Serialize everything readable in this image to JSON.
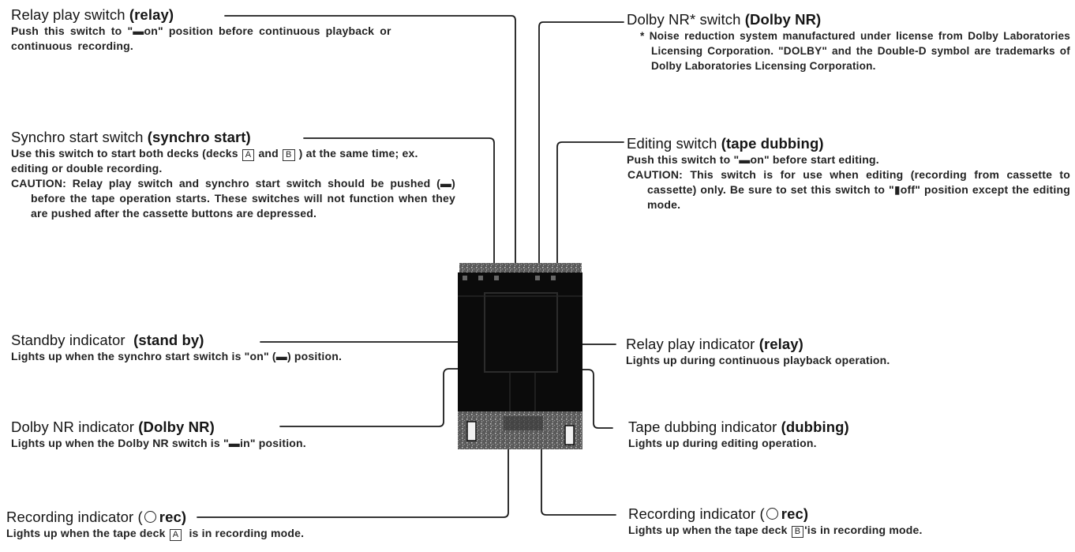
{
  "relay_switch": {
    "title": "Relay play switch",
    "tag": "(relay)",
    "desc": "Push this switch to \"▬on\" position before continuous playback or continuous recording."
  },
  "synchro_switch": {
    "title": "Synchro start switch",
    "tag": "(synchro start)",
    "desc_a": "Use this switch to start both decks (decks",
    "desc_b": "and",
    "desc_c": ") at the same time; ex. editing or double recording.",
    "caution": "CAUTION: Relay play switch and synchro start switch should be pushed (▬) before the tape operation starts. These switches will not function when they are pushed after the cassette buttons are depressed."
  },
  "standby_indicator": {
    "title": "Standby indicator",
    "tag": "(stand by)",
    "desc": "Lights up when the synchro start switch is \"on\" (▬) position."
  },
  "dolby_indicator": {
    "title": "Dolby NR indicator",
    "tag": "(Dolby NR)",
    "desc": "Lights up when the Dolby NR switch is \"▬in\" position."
  },
  "rec_indicator_a": {
    "title": "Recording indicator (",
    "tag": "rec)",
    "desc_a": "Lights up when the tape deck",
    "desc_b": "is in recording mode."
  },
  "dolby_switch": {
    "title": "Dolby NR* switch",
    "tag": "(Dolby NR)",
    "note": "* Noise reduction system manufactured under license from Dolby Laboratories Licensing Corporation. \"DOLBY\" and the Double-D symbol are trademarks of Dolby Laboratories Licensing Corporation."
  },
  "editing_switch": {
    "title": "Editing switch",
    "tag": "(tape dubbing)",
    "desc": "Push this switch to \"▬on\" before start editing.",
    "caution": "CAUTION: This switch is for use when editing (recording from cassette to cassette) only. Be sure to set this switch to \"▮off\" position except the editing mode."
  },
  "relay_indicator": {
    "title": "Relay play indicator",
    "tag": "(relay)",
    "desc": "Lights up during continuous playback operation."
  },
  "dubbing_indicator": {
    "title": "Tape dubbing indicator",
    "tag": "(dubbing)",
    "desc": "Lights up during editing operation."
  },
  "rec_indicator_b": {
    "title": "Recording indicator (",
    "tag": "rec)",
    "desc_a": "Lights up when the tape deck",
    "desc_b": "'is in recording mode."
  },
  "deck_a": "A",
  "deck_b": "B",
  "colors": {
    "ink": "#151515",
    "panel": "#0b0b0b",
    "paper": "#ffffff"
  }
}
